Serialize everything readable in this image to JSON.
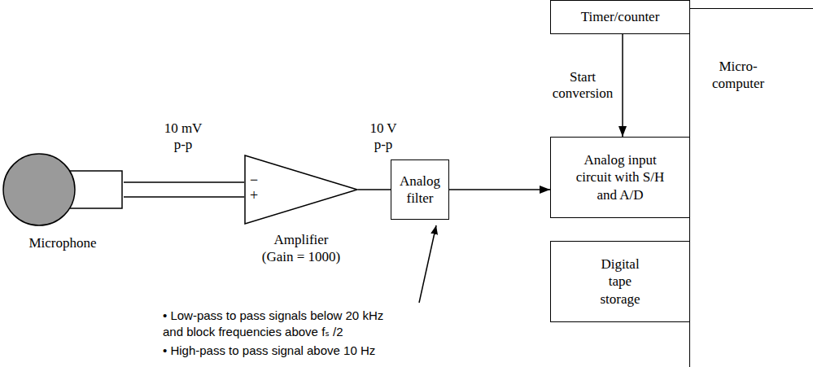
{
  "diagram": {
    "nodes": [
      {
        "text": [
          "Microphone"
        ]
      },
      {
        "text": [
          "Amplifier (Gain = 1000)"
        ]
      },
      {
        "text": [
          "Analog filter"
        ]
      },
      {
        "text": [
          "Timer/counter"
        ]
      },
      {
        "text": [
          "Micro- computer"
        ]
      },
      {
        "text": [
          "Analog input circuit with S/H and A/D"
        ]
      },
      {
        "text": [
          "Digital tape storage"
        ]
      }
    ],
    "edges": [
      {
        "from": 0,
        "to": 1,
        "arrow": "none"
      },
      {
        "from": 1,
        "to": 2,
        "arrow": "none"
      },
      {
        "from": 2,
        "to": 5,
        "arrow": "to"
      },
      {
        "from": 3,
        "to": 5,
        "arrow": "to",
        "label": "Start conversion"
      }
    ],
    "labels": [
      "10 mV p-p",
      "10 V p-p",
      "−",
      "+",
      "• Low-pass to pass signals below 20 kHz and block frequencies above fₛ /2",
      "• High-pass to pass signal above 10 Hz"
    ]
  }
}
